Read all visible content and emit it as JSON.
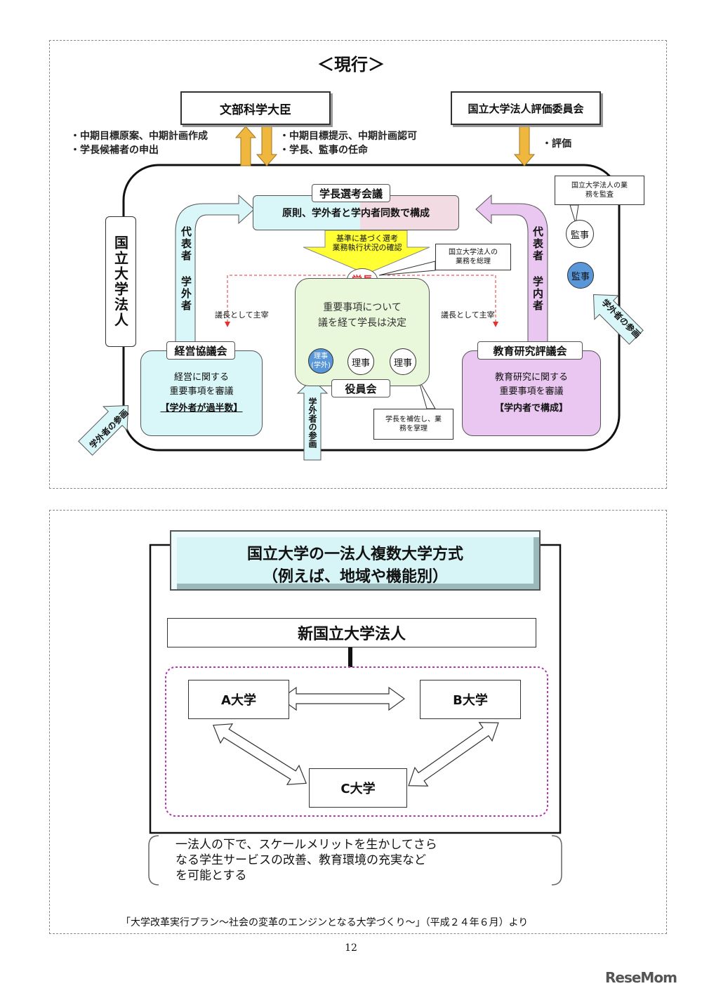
{
  "top": {
    "title": "＜現行＞",
    "minister": "文部科学大臣",
    "eval_committee": "国立大学法人評価委員会",
    "left_note": "・中期目標原案、中期計画作成\n・学長候補者の申出",
    "right_note": "・中期目標提示、中期計画認可\n・学長、監事の任命",
    "eval_note": "・評価",
    "corp": "国立大学法人",
    "selection_title": "学長選考会議",
    "selection_body": "原則、学外者と学内者同数で構成",
    "criteria": "基準に基づく選考\n業務執行状況の確認",
    "president_callout": "国立大学法人の\n業務を総理",
    "president": "学長",
    "audit_callout": "国立大学法人の業\n務を監査",
    "auditor1": "監事",
    "auditor2": "監事",
    "external_participation": "学外者の参画",
    "rep_external": "代表者 学外者",
    "rep_internal": "代表者 学内者",
    "chair_left": "議長として主宰",
    "chair_right": "議長として主宰",
    "board_text": "重要事項について\n議を経て学長は決定",
    "director_ext": "理事\n(学外)",
    "director": "理事",
    "director2": "理事",
    "board_label": "役員会",
    "director_callout": "学長を補佐し、業\n務を掌理",
    "mgmt_title": "経営協議会",
    "mgmt_body": "経営に関する\n重要事項を審議",
    "mgmt_note": "【学外者が過半数】",
    "edu_title": "教育研究評議会",
    "edu_body": "教育研究に関する\n重要事項を審議",
    "edu_note": "【学内者で構成】"
  },
  "bottom": {
    "title_line1": "国立大学の一法人複数大学方式",
    "title_line2": "（例えば、地域や機能別）",
    "new_corp": "新国立大学法人",
    "univ_a": "A大学",
    "univ_b": "B大学",
    "univ_c": "C大学",
    "summary": "一法人の下で、スケールメリットを生かしてさら\nなる学生サービスの改善、教育環境の充実など\nを可能とする"
  },
  "source": "「大学改革実行プラン～社会の変革のエンジンとなる大学づくり～」（平成２４年６月）より",
  "page_number": "12",
  "watermark": "ReseMom",
  "colors": {
    "orange_arrow": "#f0b73e",
    "light_cyan": "#d9f6f8",
    "pink": "#f3dbe3",
    "yellow": "#ffff33",
    "green_light": "#e9f7da",
    "purple_light": "#e9c7f0",
    "blue_circle": "#5a97d8",
    "red_dashed": "#e53030",
    "magenta_dotted": "#b23ab2"
  }
}
